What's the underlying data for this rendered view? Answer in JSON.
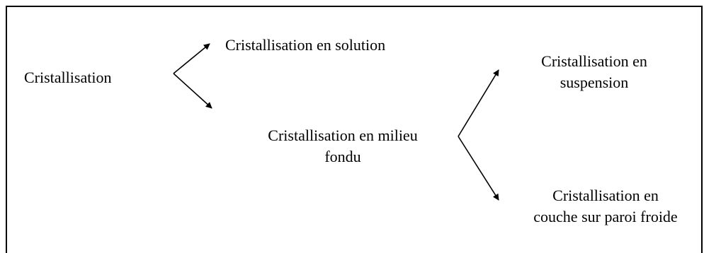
{
  "diagram": {
    "stroke_color": "#000000",
    "text_color": "#000000",
    "background": "#ffffff",
    "nodes": {
      "root": {
        "lines": [
          "Cristallisation"
        ]
      },
      "solution": {
        "lines": [
          "Cristallisation en solution"
        ]
      },
      "melt": {
        "lines": [
          "Cristallisation en milieu",
          "fondu"
        ]
      },
      "suspension": {
        "lines": [
          "Cristallisation en",
          "suspension"
        ]
      },
      "layer": {
        "lines": [
          "Cristallisation en",
          "couche sur paroi froide"
        ]
      }
    },
    "edges": [
      {
        "from": "root",
        "to": "solution"
      },
      {
        "from": "root",
        "to": "melt"
      },
      {
        "from": "melt",
        "to": "suspension"
      },
      {
        "from": "melt",
        "to": "layer"
      }
    ]
  }
}
